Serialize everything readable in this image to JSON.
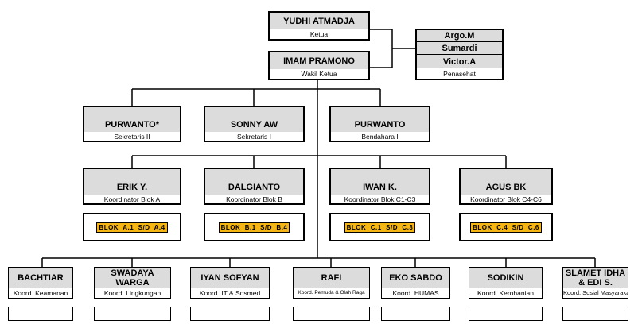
{
  "chairman": {
    "name": "YUDHI ATMADJA",
    "role": "Ketua"
  },
  "vice_chairman": {
    "name": "IMAM PRAMONO",
    "role": "Wakil Ketua"
  },
  "advisors": {
    "names": [
      "Argo.M",
      "Sumardi",
      "Victor.A"
    ],
    "role": "Penasehat"
  },
  "officers": [
    {
      "name": "PURWANTO*",
      "role": "Sekretaris II"
    },
    {
      "name": "SONNY AW",
      "role": "Sekretaris I"
    },
    {
      "name": "PURWANTO",
      "role": "Bendahara I"
    }
  ],
  "block_coordinators": [
    {
      "name": "ERIK Y.",
      "role": "Koordinator  Blok A",
      "blocks": "BLOK  A.1  S/D  A.4"
    },
    {
      "name": "DALGIANTO",
      "role": "Koordinator  Blok B",
      "blocks": "BLOK  B.1  S/D  B.4"
    },
    {
      "name": "IWAN K.",
      "role": "Koordinator  Blok C1-C3",
      "blocks": "BLOK  C.1  S/D  C.3"
    },
    {
      "name": "AGUS BK",
      "role": "Koordinator  Blok C4-C6",
      "blocks": "BLOK  C.4  S/D  C.6"
    }
  ],
  "division_coordinators": [
    {
      "name": "BACHTIAR",
      "role": "Koord. Keamanan"
    },
    {
      "name": "SWADAYA WARGA",
      "role": "Koord. Lingkungan"
    },
    {
      "name": "IYAN SOFYAN",
      "role": "Koord. IT & Sosmed"
    },
    {
      "name": "RAFI",
      "role": "Koord. Pemuda & Olah Raga"
    },
    {
      "name": "EKO SABDO",
      "role": "Koord. HUMAS"
    },
    {
      "name": "SODIKIN",
      "role": "Koord. Kerohanian"
    },
    {
      "name": "SLAMET IDHA & EDI S.",
      "role": "Koord. Sosial Masyarakat"
    }
  ]
}
